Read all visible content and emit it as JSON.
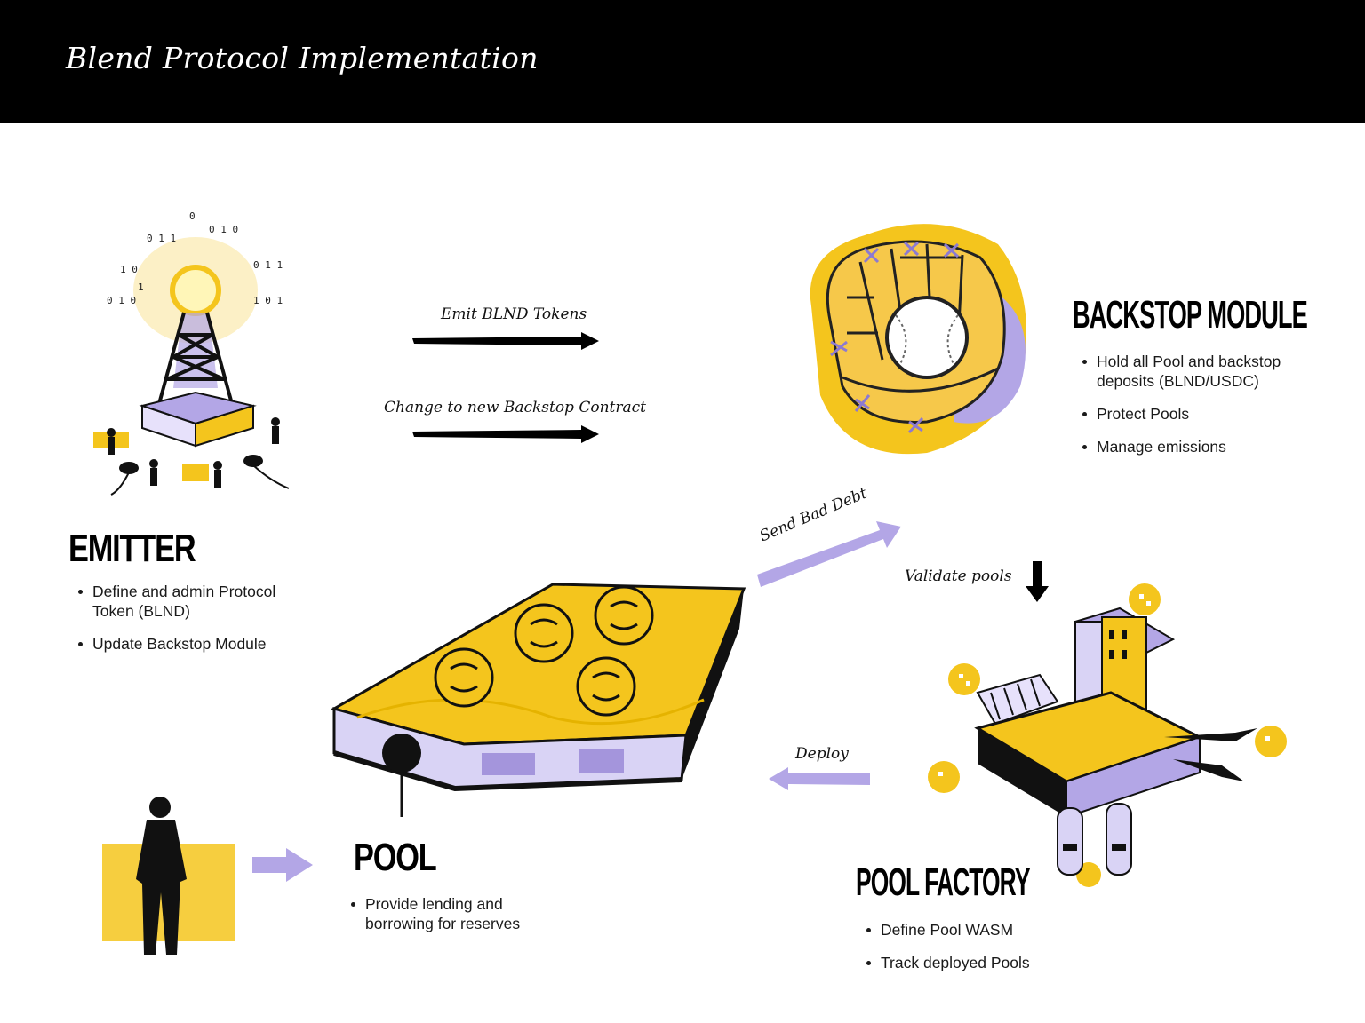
{
  "header": {
    "title": "Blend Protocol Implementation"
  },
  "colors": {
    "accent_yellow": "#f4c51d",
    "accent_purple": "#b3a6e6",
    "ink": "#000000"
  },
  "modules": {
    "emitter": {
      "title": "EMITTER",
      "bullets": [
        "Define and admin Protocol Token (BLND)",
        "Update Backstop Module"
      ]
    },
    "backstop": {
      "title": "BACKSTOP MODULE",
      "bullets": [
        "Hold all Pool and backstop deposits (BLND/USDC)",
        "Protect Pools",
        "Manage emissions"
      ]
    },
    "pool": {
      "title": "POOL",
      "bullets": [
        "Provide lending and borrowing for reserves"
      ]
    },
    "factory": {
      "title": "POOL FACTORY",
      "bullets": [
        "Define Pool WASM",
        "Track deployed Pools"
      ]
    }
  },
  "arrows": {
    "emit": "Emit BLND Tokens",
    "change": "Change to new Backstop Contract",
    "bad_debt": "Send Bad Debt",
    "validate": "Validate pools",
    "deploy": "Deploy"
  },
  "icons": [
    "radio-tower-icon",
    "baseball-glove-icon",
    "pool-tray-icon",
    "factory-machine-icon",
    "person-silhouette-icon"
  ]
}
